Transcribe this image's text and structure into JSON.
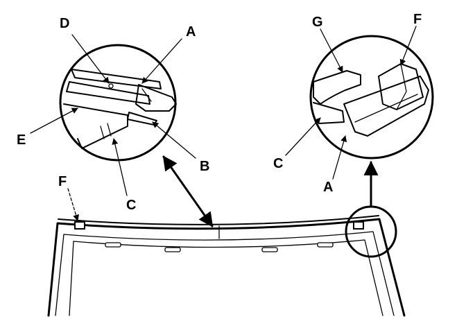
{
  "figure": {
    "callouts": {
      "left_detail": {
        "d": "D",
        "a": "A",
        "e": "E",
        "b": "B",
        "c": "C"
      },
      "right_detail": {
        "g": "G",
        "f": "F",
        "c": "C",
        "a": "A"
      },
      "windshield": {
        "f": "F"
      }
    },
    "colors": {
      "ink": "#000000",
      "paper": "#ffffff"
    }
  }
}
